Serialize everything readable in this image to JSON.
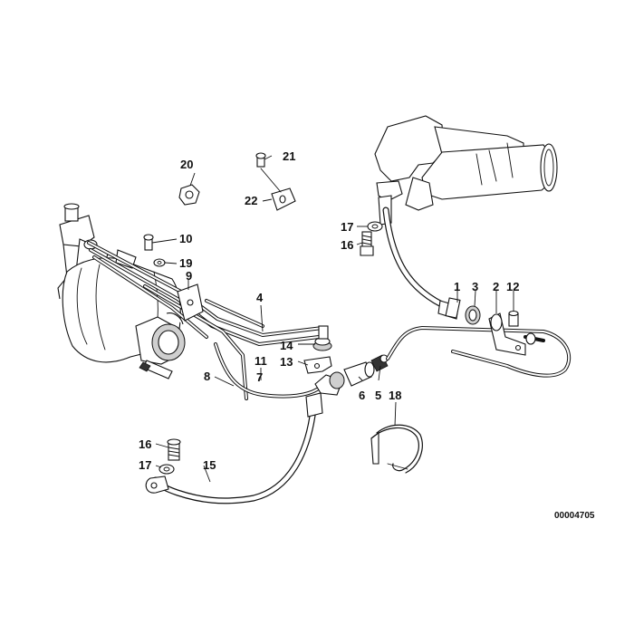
{
  "diagram": {
    "reference_id": "00004705",
    "part_numbers": [
      "1",
      "2",
      "3",
      "4",
      "5",
      "6",
      "7",
      "8",
      "9",
      "10",
      "11",
      "12",
      "13",
      "14",
      "15",
      "16",
      "17",
      "18",
      "19",
      "20",
      "21",
      "22"
    ]
  }
}
